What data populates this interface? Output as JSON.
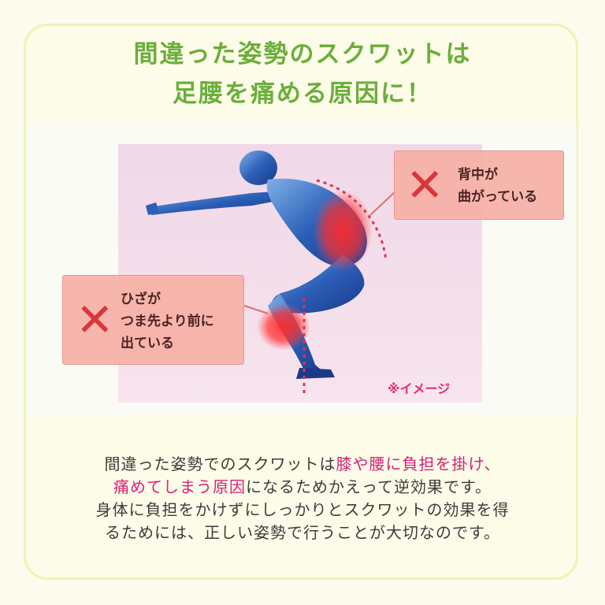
{
  "title": {
    "line1": "間違った姿勢のスクワットは",
    "line2": "足腰を痛める原因に！"
  },
  "callouts": {
    "back": {
      "icon": "cross-icon",
      "mark": "✕",
      "lines": [
        "背中が",
        "曲がっている"
      ]
    },
    "knee": {
      "icon": "cross-icon",
      "mark": "✕",
      "lines": [
        "ひざが",
        "つま先より前に",
        "出ている"
      ]
    }
  },
  "image_note": "※イメージ",
  "body": {
    "line1_plain": "間違った姿勢でのスクワットは",
    "line1_em": "膝や腰に負担を掛け、",
    "line2_em": "痛めてしまう原因",
    "line2_plain": "になるためかえって逆効果です。",
    "line3": "身体に負担をかけずにしっかりとスクワットの効果を得",
    "line4": "るためには、正しい姿勢で行うことが大切なのです。"
  },
  "colors": {
    "title_green": "#6cae3c",
    "emphasis_pink": "#d8207a",
    "cross_red": "#d9363b",
    "callout_salmon": "#f6b0a5"
  }
}
